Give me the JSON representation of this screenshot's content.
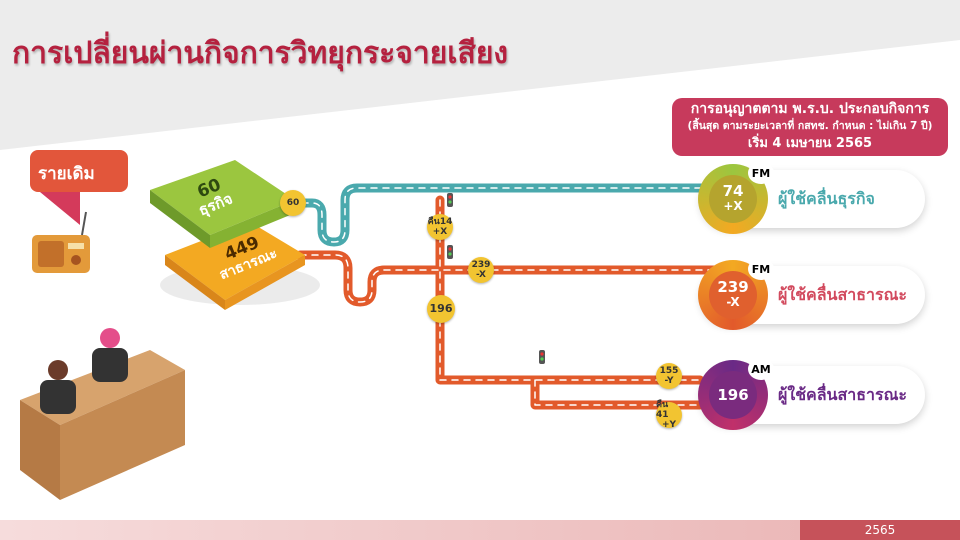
{
  "title": "การเปลี่ยนผ่านกิจการวิทยุกระจายเสียง",
  "notice": {
    "line1": "การอนุญาตตาม พ.ร.บ. ประกอบกิจการ",
    "line2": "(สิ้นสุด ตามระยะเวลาที่ กสทช. กำหนด : ไม่เกิน 7 ปี)",
    "line3": "เริ่ม 4 เมษายน 2565"
  },
  "existing_label": "รายเดิม",
  "blocks": {
    "business": {
      "value": "60",
      "label": "ธุรกิจ"
    },
    "public": {
      "value": "449",
      "label": "สาธารณะ"
    }
  },
  "badges": {
    "b60": "60",
    "return14": [
      "คืน14",
      "+X"
    ],
    "b239": [
      "239",
      "-X"
    ],
    "b196": "196",
    "b155": [
      "155",
      "-Y"
    ],
    "return41": [
      "คืน 41",
      "+Y"
    ]
  },
  "cards": [
    {
      "value": "74",
      "sub": "+X",
      "band": "FM",
      "label": "ผู้ใช้คลื่นธุรกิจ",
      "color": "#4aa9ad"
    },
    {
      "value": "239",
      "sub": "-X",
      "band": "FM",
      "label": "ผู้ใช้คลื่นสาธารณะ",
      "color": "#d24a5e"
    },
    {
      "value": "196",
      "sub": "",
      "band": "AM",
      "label": "ผู้ใช้คลื่นสาธารณะ",
      "color": "#6a2a86"
    }
  ],
  "footer": {
    "year": "2565"
  }
}
